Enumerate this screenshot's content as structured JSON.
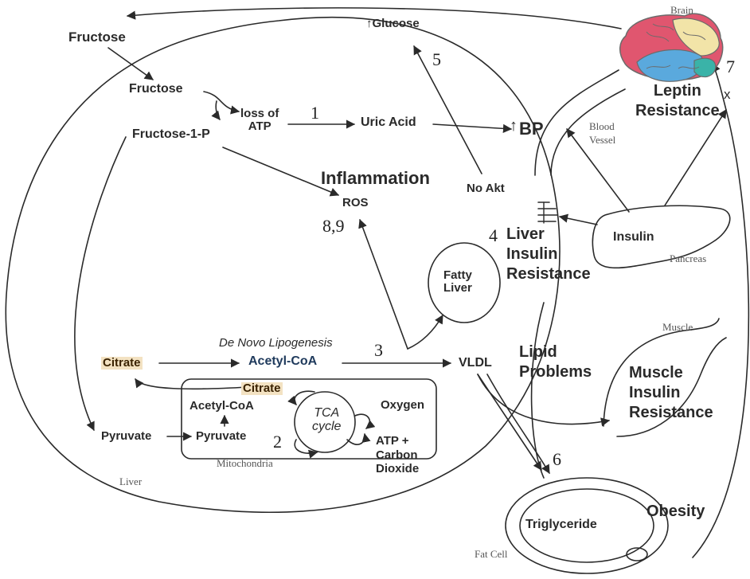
{
  "labels": {
    "fructose_outer": "Fructose",
    "fructose_inner": "Fructose",
    "fructose_1p": "Fructose-1-P",
    "loss_of_atp": "loss of\nATP",
    "uric_acid": "Uric Acid",
    "bp_arrow": "↑",
    "bp": "BP",
    "glucose": "↑Glucose",
    "no_akt": "No Akt",
    "inflammation": "Inflammation",
    "ros": "ROS",
    "fatty_liver": "Fatty\nLiver",
    "liver_insulin_resistance": "Liver\nInsulin\nResistance",
    "insulin": "Insulin",
    "leptin_resistance": "Leptin\nResistance",
    "x_mark": "x",
    "de_novo": "De Novo Lipogenesis",
    "citrate_outer": "Citrate",
    "acetyl_coa_outer": "Acetyl-CoA",
    "vldl": "VLDL",
    "lipid_problems": "Lipid\nProblems",
    "muscle_insulin_resistance": "Muscle\nInsulin\nResistance",
    "citrate_inner": "Citrate",
    "acetyl_coa_inner": "Acetyl-CoA",
    "tca_cycle": "TCA\ncycle",
    "oxygen": "Oxygen",
    "atp_co2": "ATP +\nCarbon\nDioxide",
    "pyruvate_outer": "Pyruvate",
    "pyruvate_inner": "Pyruvate",
    "triglyceride": "Triglyceride",
    "obesity": "Obesity"
  },
  "numbers": {
    "n1": "1",
    "n2": "2",
    "n3": "3",
    "n4": "4",
    "n5": "5",
    "n6": "6",
    "n7": "7",
    "n89": "8,9"
  },
  "region_labels": {
    "brain": "Brain",
    "blood_vessel": "Blood\nVessel",
    "pancreas": "Pancreas",
    "muscle": "Muscle",
    "mitochondria": "Mitochondria",
    "liver": "Liver",
    "fat_cell": "Fat Cell"
  },
  "colors": {
    "line": "#2a2a2a",
    "brain_red": "#e0566f",
    "brain_yellow": "#f2e4a8",
    "brain_blue": "#5aa9dd",
    "brain_teal": "#3ab3a8",
    "brain_outline": "#6b6b6b",
    "citrate_highlight": "#f3e2c2",
    "acetyl_coa_navy": "#1f3a5c"
  }
}
